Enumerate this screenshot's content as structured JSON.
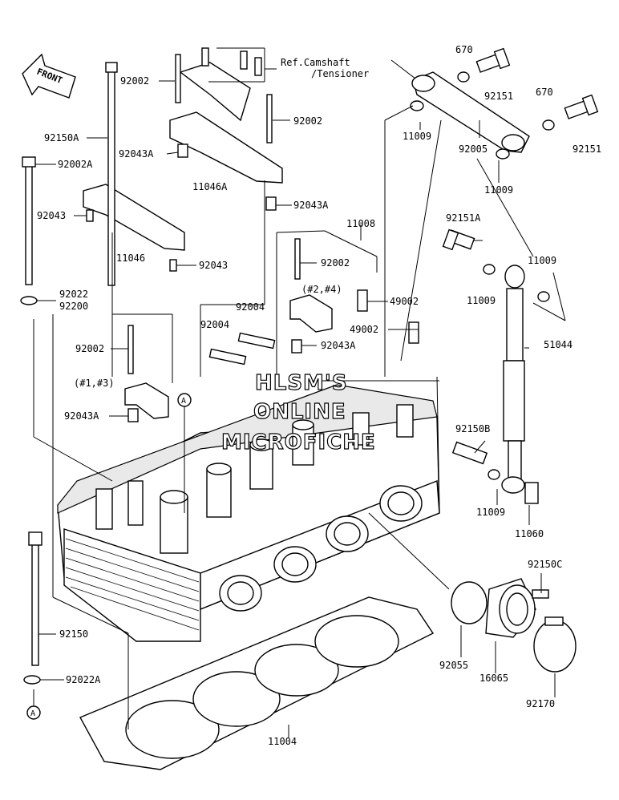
{
  "front_label": "FRONT",
  "ref_text_1": "Ref.Camshaft",
  "ref_text_2": "/Tensioner",
  "cyl_note_1": "(#1,#3)",
  "cyl_note_2": "(#2,#4)",
  "marker": "A",
  "watermark": [
    "HLSM'S",
    "ONLINE",
    "MICROFICHE"
  ],
  "parts": {
    "p92002_top": "92002",
    "p92002_right": "92002",
    "p92002_mid": "92002",
    "p92002_left": "92002",
    "p92150A": "92150A",
    "p92002A": "92002A",
    "p92043A_1": "92043A",
    "p11046A": "11046A",
    "p92043A_2": "92043A",
    "p92043_1": "92043",
    "p11046": "11046",
    "p92043_2": "92043",
    "p11008": "11008",
    "p92022": "92022",
    "p92200": "92200",
    "p92004_1": "92004",
    "p92004_2": "92004",
    "p49002_1": "49002",
    "p49002_2": "49002",
    "p92043A_3": "92043A",
    "p92043A_4": "92043A",
    "p670_1": "670",
    "p670_2": "670",
    "p92151_1": "92151",
    "p92151_2": "92151",
    "p11009_1": "11009",
    "p92005": "92005",
    "p11009_2": "11009",
    "p92151A": "92151A",
    "p11009_3": "11009",
    "p11009_4": "11009",
    "p51044": "51044",
    "p92150B": "92150B",
    "p11009_5": "11009",
    "p11060": "11060",
    "p92150C": "92150C",
    "p92150": "92150",
    "p92055": "92055",
    "p16065": "16065",
    "p92022A": "92022A",
    "p92170": "92170",
    "p11004": "11004"
  }
}
